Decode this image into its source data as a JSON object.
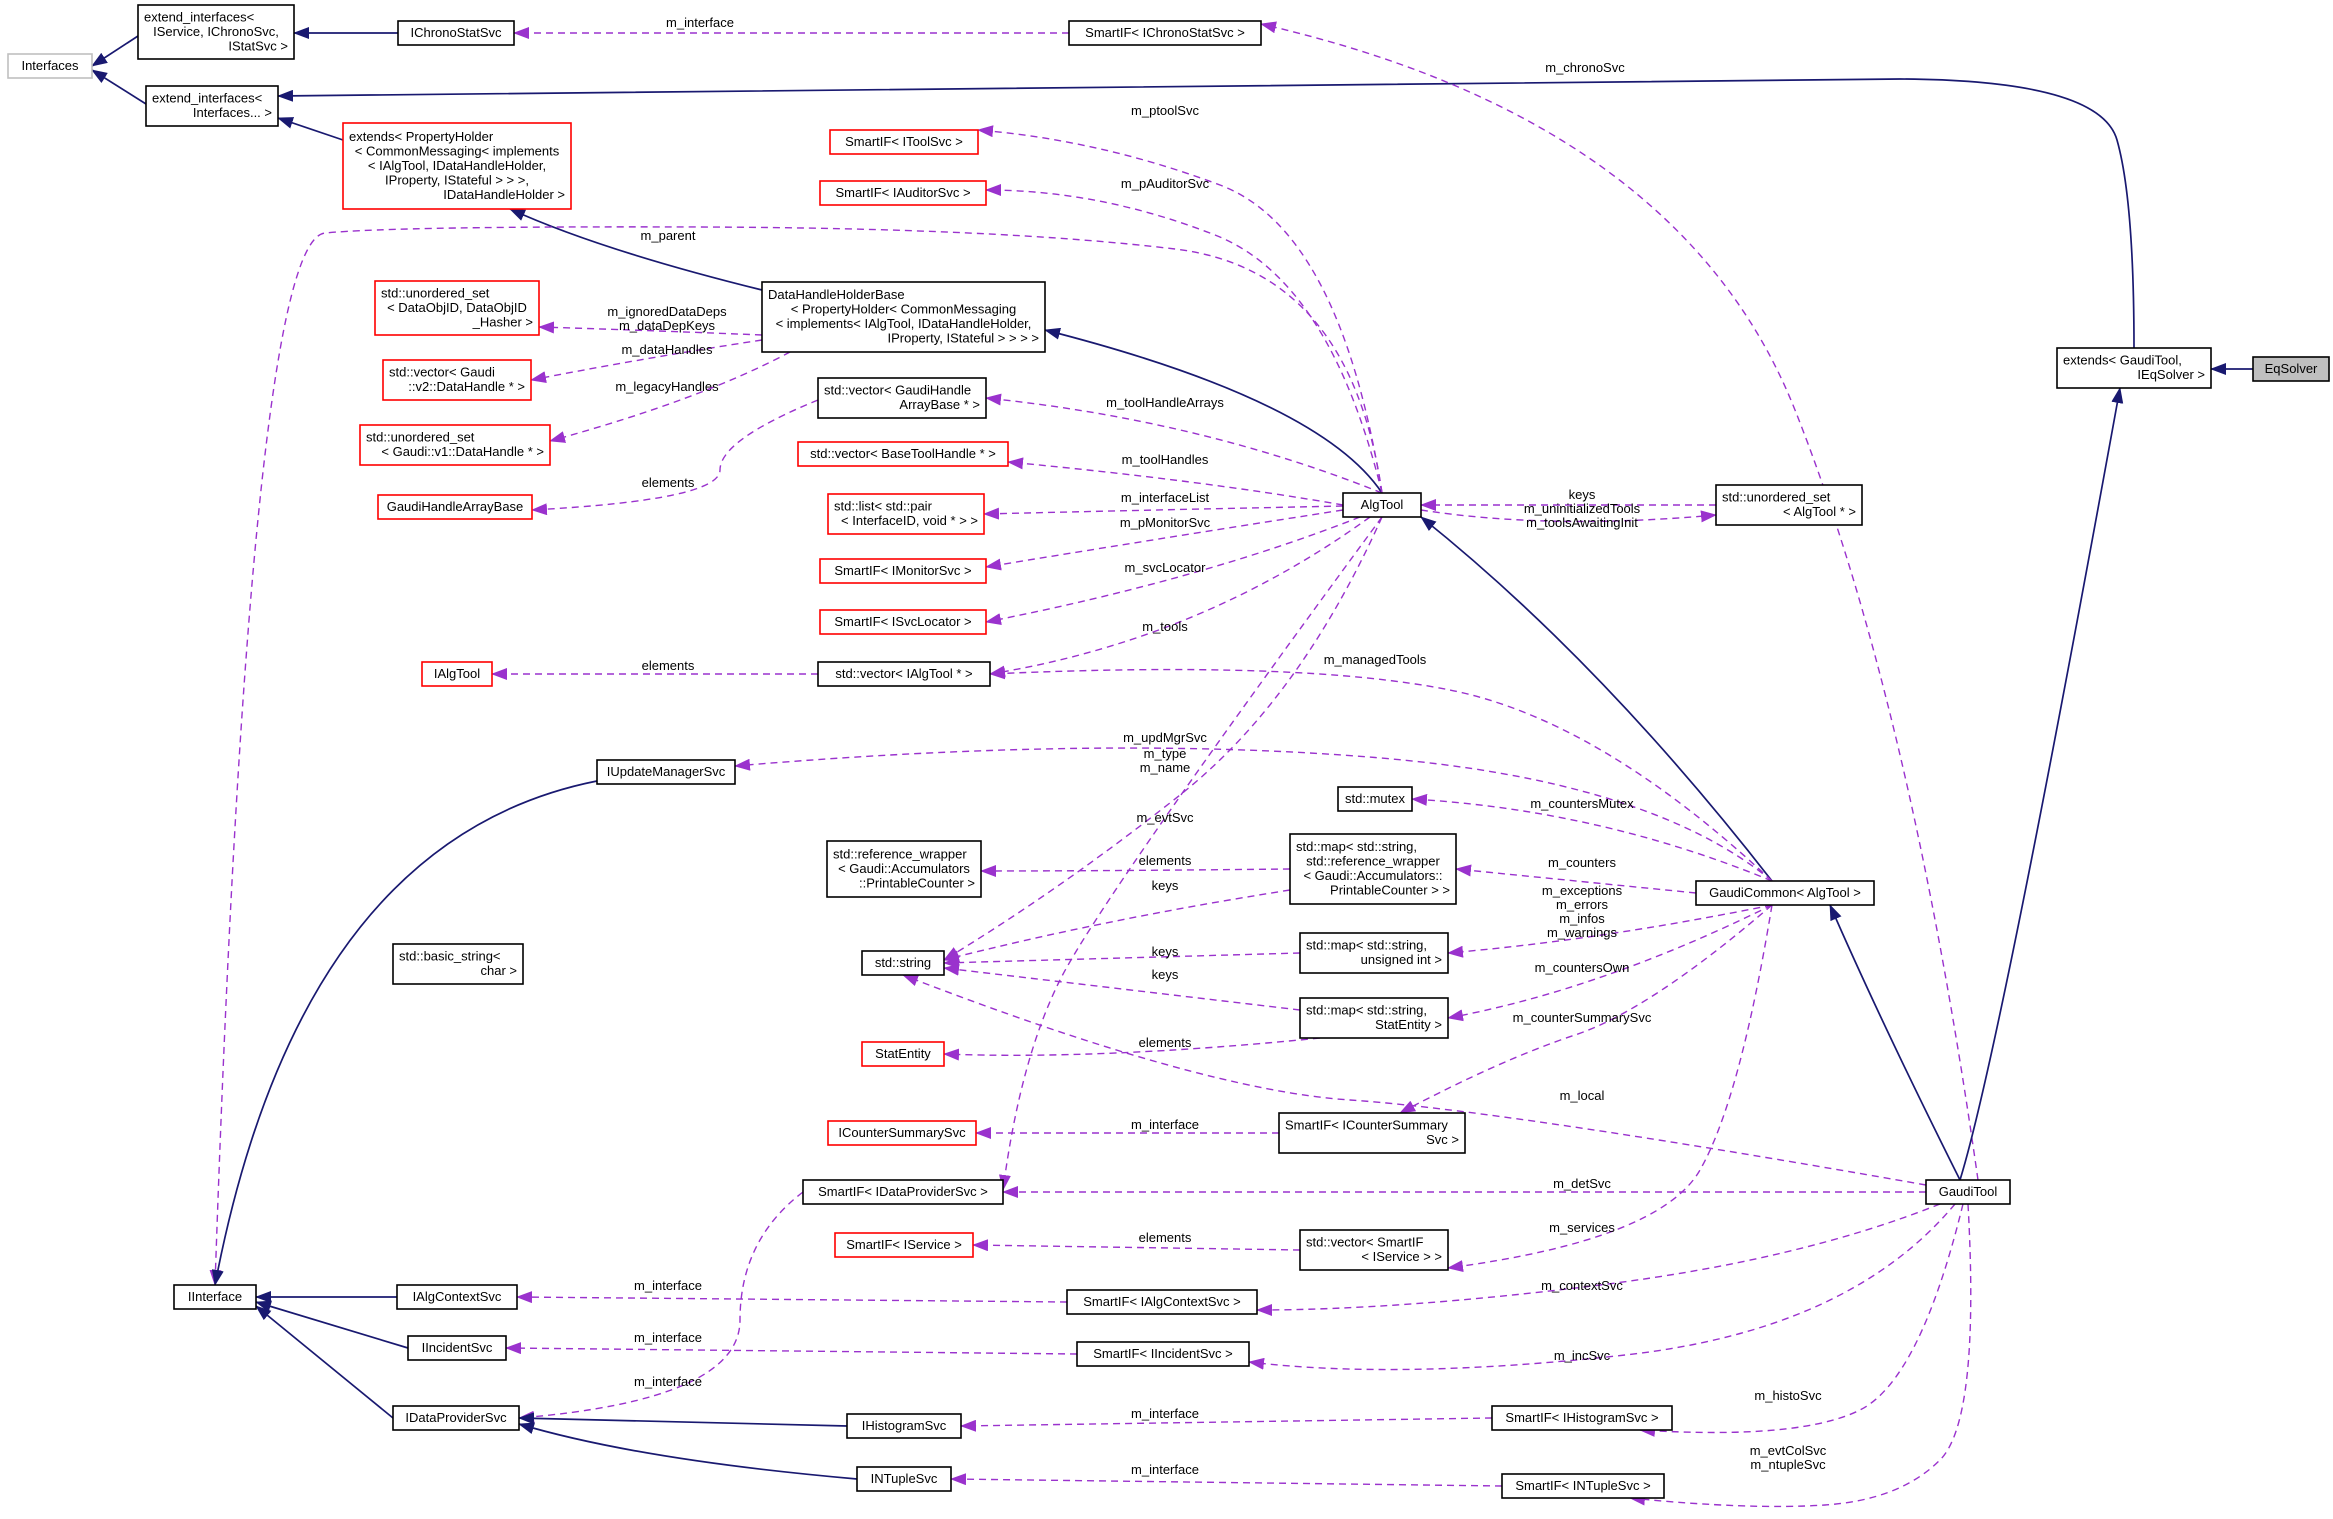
{
  "nodes": {
    "interfaces": [
      "Interfaces"
    ],
    "ext_ichrono": [
      "extend_interfaces<",
      "IService, IChronoSvc,",
      "IStatSvc >"
    ],
    "ichronostatsvc": [
      "IChronoStatSvc"
    ],
    "smartif_ichrono": [
      "SmartIF< IChronoStatSvc >"
    ],
    "ext_interfaces": [
      "extend_interfaces<",
      "Interfaces... >"
    ],
    "extends_prop": [
      "extends< PropertyHolder",
      "< CommonMessaging< implements",
      "< IAlgTool, IDataHandleHolder,",
      "IProperty, IStateful > > >,",
      "IDataHandleHolder >"
    ],
    "smartif_itoolsvc": [
      "SmartIF< IToolSvc >"
    ],
    "smartif_iauditor": [
      "SmartIF< IAuditorSvc >"
    ],
    "uset_dataobj": [
      "std::unordered_set",
      "< DataObjID, DataObjID",
      "_Hasher >"
    ],
    "vec_datahandle_v2": [
      "std::vector< Gaudi",
      "::v2::DataHandle * >"
    ],
    "uset_datahandle_v1": [
      "std::unordered_set",
      "< Gaudi::v1::DataHandle * >"
    ],
    "gaudihandlearraybase": [
      "GaudiHandleArrayBase"
    ],
    "dhhb": [
      "DataHandleHolderBase",
      "< PropertyHolder< CommonMessaging",
      "< implements< IAlgTool, IDataHandleHolder,",
      "IProperty, IStateful > > > >"
    ],
    "vec_gha": [
      "std::vector< GaudiHandle",
      "ArrayBase * >"
    ],
    "vec_basetoolhandle": [
      "std::vector< BaseToolHandle * >"
    ],
    "list_pair": [
      "std::list< std::pair",
      "< InterfaceID, void * > >"
    ],
    "smartif_imonitor": [
      "SmartIF< IMonitorSvc >"
    ],
    "smartif_isvcloc": [
      "SmartIF< ISvcLocator >"
    ],
    "ialgtool": [
      "IAlgTool"
    ],
    "vec_ialgtool": [
      "std::vector< IAlgTool * >"
    ],
    "algtool": [
      "AlgTool"
    ],
    "uset_algtool": [
      "std::unordered_set",
      "< AlgTool * >"
    ],
    "extends_gaudi": [
      "extends< GaudiTool,",
      "IEqSolver >"
    ],
    "eqsolver": [
      "EqSolver"
    ],
    "iupdatemgr": [
      "IUpdateManagerSvc"
    ],
    "stdmutex": [
      "std::mutex"
    ],
    "refwrapper": [
      "std::reference_wrapper",
      "< Gaudi::Accumulators",
      "::PrintableCounter >"
    ],
    "map_ref": [
      "std::map< std::string,",
      "std::reference_wrapper",
      "< Gaudi::Accumulators::",
      "PrintableCounter > >"
    ],
    "gaudicommon": [
      "GaudiCommon< AlgTool >"
    ],
    "basic_string": [
      "std::basic_string<",
      "char >"
    ],
    "stdstring": [
      "std::string"
    ],
    "map_uint": [
      "std::map< std::string,",
      "unsigned int >"
    ],
    "map_stat": [
      "std::map< std::string,",
      "StatEntity >"
    ],
    "statentity": [
      "StatEntity"
    ],
    "icountersum": [
      "ICounterSummarySvc"
    ],
    "smartif_icountersum": [
      "SmartIF< ICounterSummary",
      "Svc >"
    ],
    "smartif_idataprov": [
      "SmartIF< IDataProviderSvc >"
    ],
    "gauditool": [
      "GaudiTool"
    ],
    "smartif_iservice": [
      "SmartIF< IService >"
    ],
    "vec_smartif": [
      "std::vector< SmartIF",
      "< IService > >"
    ],
    "iinterface": [
      "IInterface"
    ],
    "ialgcontext": [
      "IAlgContextSvc"
    ],
    "smartif_ialgcontext": [
      "SmartIF< IAlgContextSvc >"
    ],
    "iincident": [
      "IIncidentSvc"
    ],
    "smartif_iincident": [
      "SmartIF< IIncidentSvc >"
    ],
    "idataprov": [
      "IDataProviderSvc"
    ],
    "ihisto": [
      "IHistogramSvc"
    ],
    "smartif_ihisto": [
      "SmartIF< IHistogramSvc >"
    ],
    "intuple": [
      "INTupleSvc"
    ],
    "smartif_intuple": [
      "SmartIF< INTupleSvc >"
    ]
  },
  "edge_labels": {
    "m_interface_chrono": "m_interface",
    "m_chronoSvc": "m_chronoSvc",
    "m_ptoolSvc": "m_ptoolSvc",
    "m_pAuditorSvc": "m_pAuditorSvc",
    "m_parent": "m_parent",
    "m_ignoredDataDeps": [
      "m_ignoredDataDeps",
      "m_dataDepKeys"
    ],
    "m_dataHandles": "m_dataHandles",
    "m_legacyHandles": "m_legacyHandles",
    "elements_gha": "elements",
    "m_toolHandleArrays": "m_toolHandleArrays",
    "m_toolHandles": "m_toolHandles",
    "m_interfaceList": "m_interfaceList",
    "m_pMonitorSvc": "m_pMonitorSvc",
    "m_svcLocator": "m_svcLocator",
    "m_tools": "m_tools",
    "elements_ialgtool": "elements",
    "keys_algtool": [
      "keys",
      "m_uninitializedTools",
      "m_toolsAwaitingInit"
    ],
    "m_managedTools": "m_managedTools",
    "m_updMgrSvc": "m_updMgrSvc",
    "m_type_name": [
      "m_type",
      "m_name"
    ],
    "m_evtSvc": "m_evtSvc",
    "m_countersMutex": "m_countersMutex",
    "elements_ref": "elements",
    "keys_ref": "keys",
    "m_counters": "m_counters",
    "m_exceptions": [
      "m_exceptions",
      "m_errors",
      "m_infos",
      "m_warnings"
    ],
    "keys_uint": "keys",
    "keys_stat": "keys",
    "m_countersOwn": "m_countersOwn",
    "m_counterSummarySvc": "m_counterSummarySvc",
    "elements_stat": "elements",
    "m_local": "m_local",
    "m_interface_counter": "m_interface",
    "m_detSvc": "m_detSvc",
    "elements_service": "elements",
    "m_services": "m_services",
    "m_interface_algctx": "m_interface",
    "m_contextSvc": "m_contextSvc",
    "m_interface_incident": "m_interface",
    "m_incSvc": "m_incSvc",
    "m_interface_dataprov": "m_interface",
    "m_interface_histo": "m_interface",
    "m_histoSvc": "m_histoSvc",
    "m_interface_ntuple": "m_interface",
    "m_evtColSvc": [
      "m_evtColSvc",
      "m_ntupleSvc"
    ]
  },
  "colors": {
    "inherit_edge": "#191970",
    "usage_edge": "#9a32cd",
    "node_border": "#000000",
    "undocumented_border": "#ff0000",
    "external_border": "#bfbfbf",
    "current_fill": "#bfbfbf"
  }
}
